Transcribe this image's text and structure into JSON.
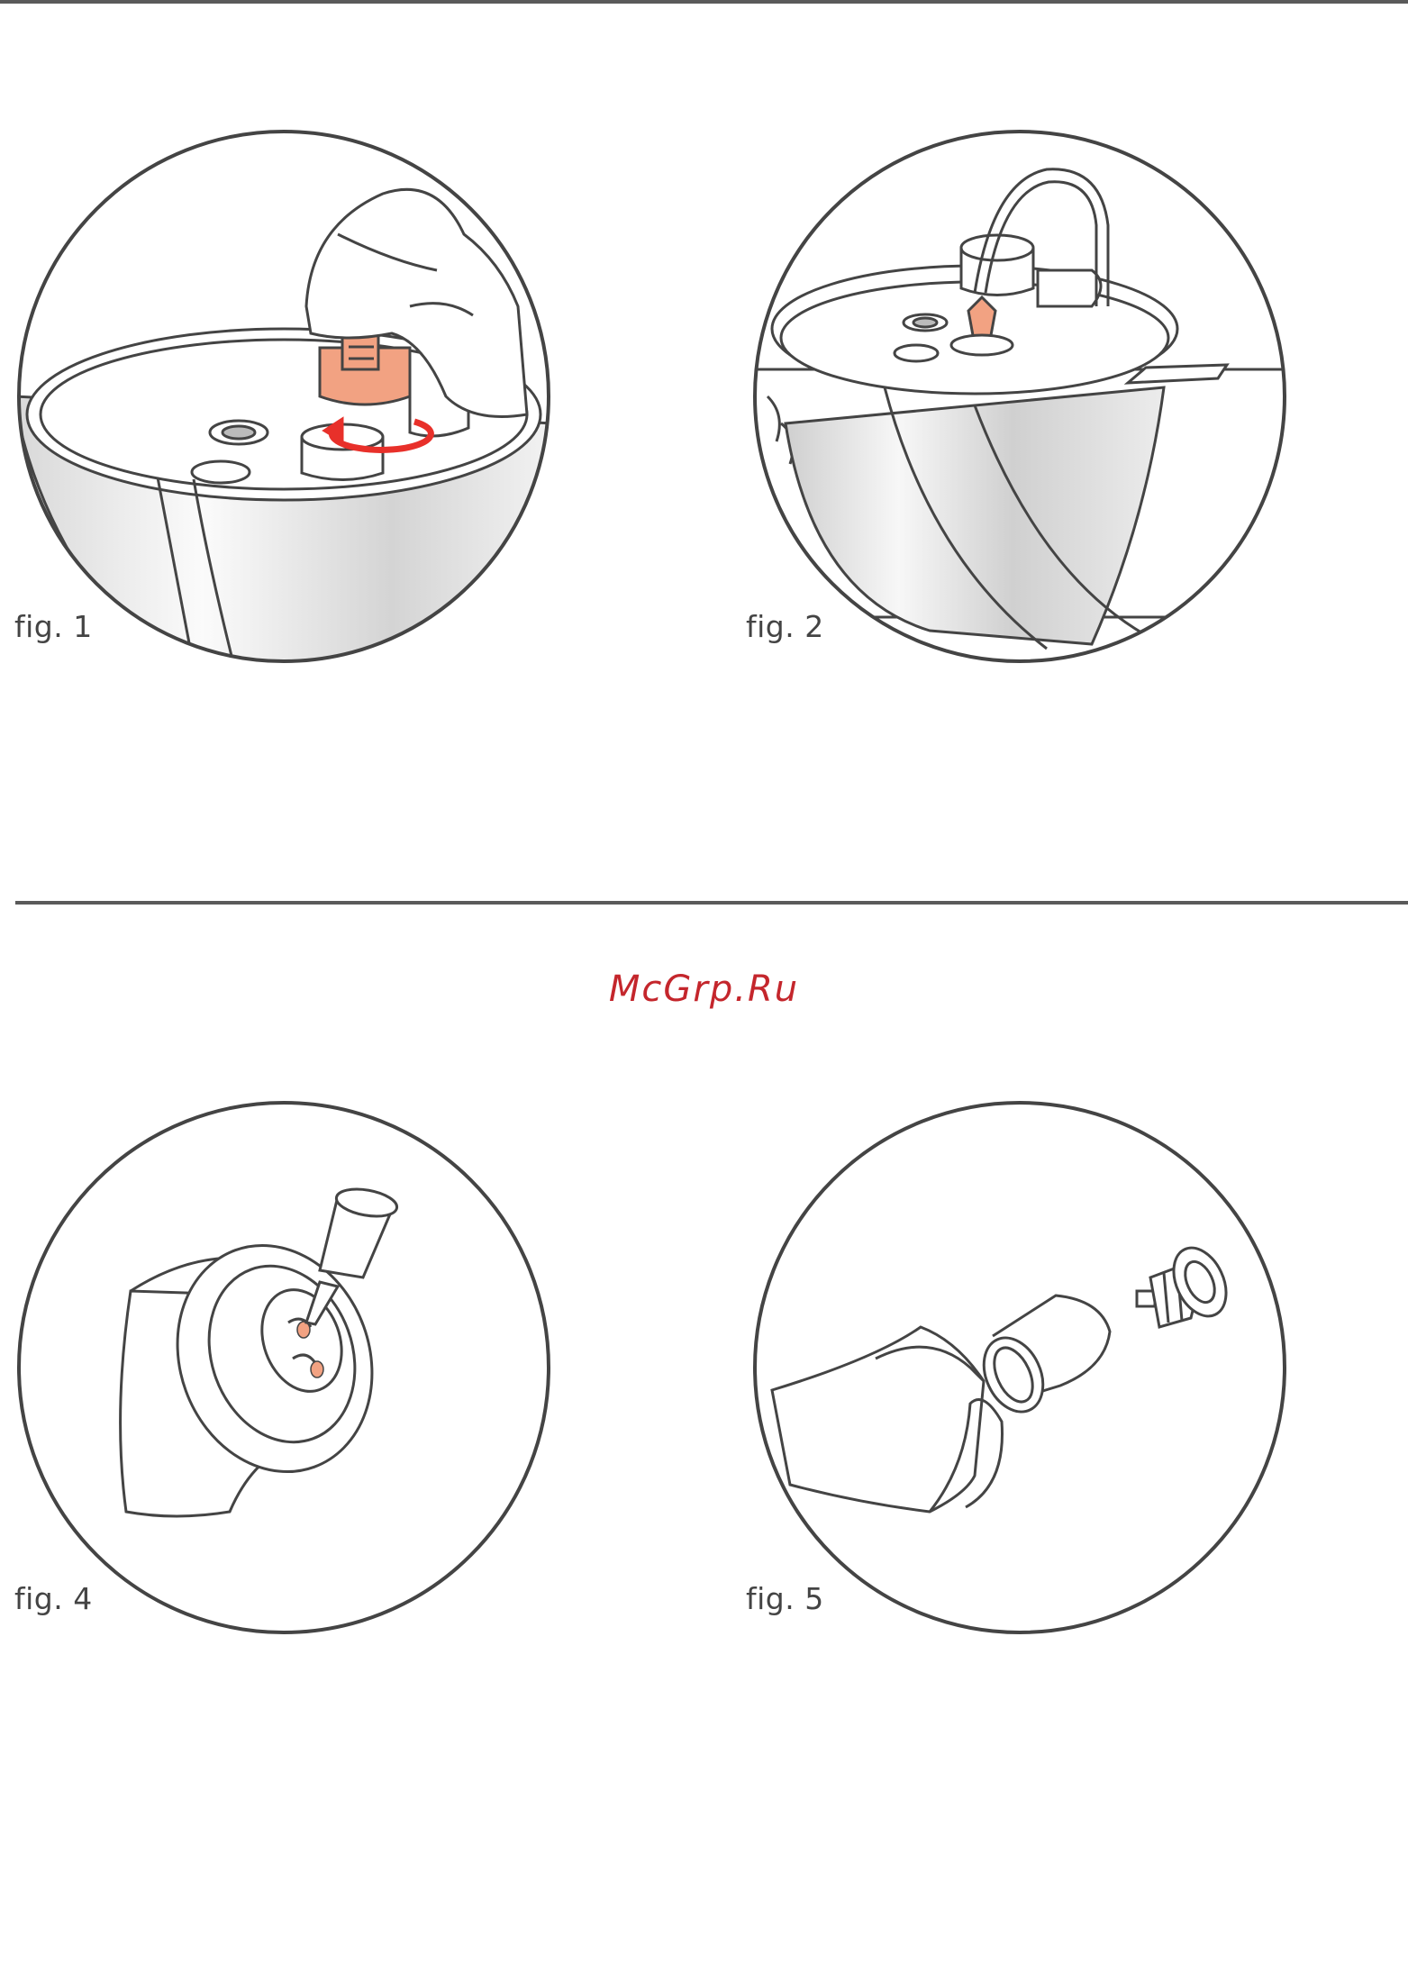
{
  "figures": [
    {
      "id": "fig1",
      "label": "fig. 1"
    },
    {
      "id": "fig2",
      "label": "fig. 2"
    },
    {
      "id": "fig4",
      "label": "fig. 4"
    },
    {
      "id": "fig5",
      "label": "fig. 5"
    }
  ],
  "watermark": "McGrp.Ru",
  "colors": {
    "line": "#444444",
    "accent_part": "#f2a282",
    "arrow": "#e8302a",
    "watermark": "#c4262c"
  }
}
